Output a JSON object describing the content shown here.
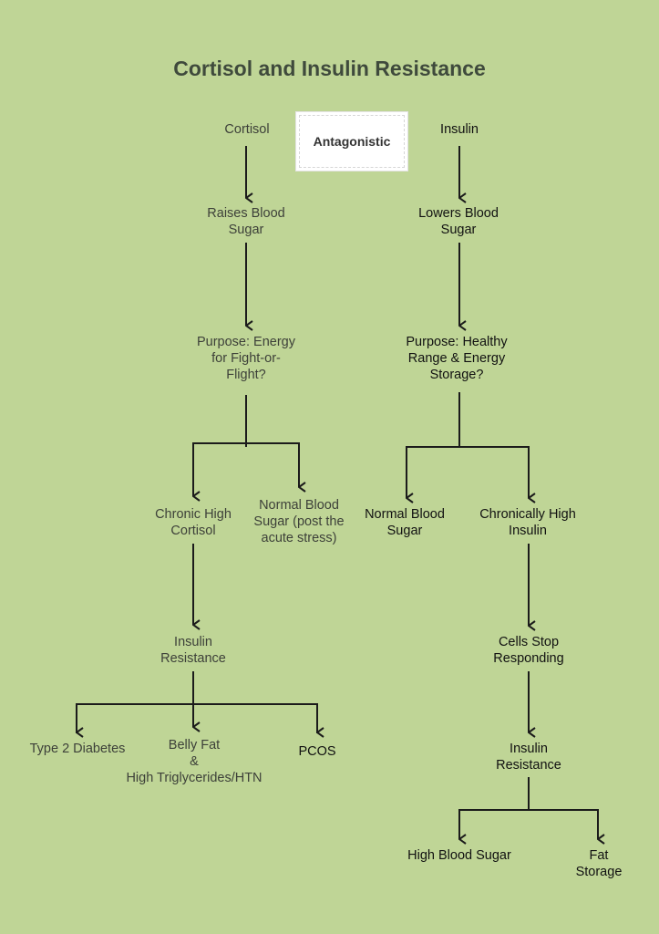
{
  "title": "Cortisol and Insulin Resistance",
  "center_label": "Antagonistic",
  "left": {
    "root": "Cortisol",
    "n1": "Raises Blood\nSugar",
    "n2": "Purpose: Energy\nfor Fight-or-\nFlight?",
    "n3a": "Chronic High\nCortisol",
    "n3b": "Normal Blood\nSugar (post the\nacute stress)",
    "n4": "Insulin\nResistance",
    "out1": "Type 2 Diabetes",
    "out2": "Belly Fat\n&\nHigh Triglycerides/HTN",
    "out3": "PCOS"
  },
  "right": {
    "root": "Insulin",
    "n1": "Lowers Blood\nSugar",
    "n2": "Purpose: Healthy\nRange & Energy\nStorage?",
    "n3a": "Normal Blood\nSugar",
    "n3b": "Chronically High\nInsulin",
    "n4": "Cells Stop\nResponding",
    "n5": "Insulin\nResistance",
    "out1": "High Blood Sugar",
    "out2": "Fat Storage"
  }
}
